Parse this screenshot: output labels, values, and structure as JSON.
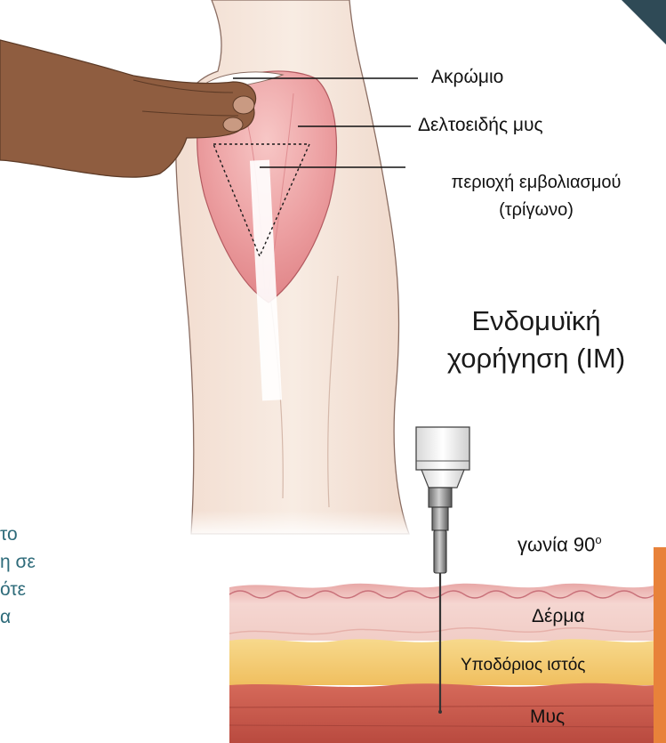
{
  "labels": {
    "akromio": "Ακρώμιο",
    "deltoid": "Δελτοειδής μυς",
    "site_line1": "περιοχή εμβολιασμού",
    "site_line2": "(τρίγωνο)",
    "title_line1": "Ενδομυϊκή",
    "title_line2": "χορήγηση (IM)",
    "angle": "γωνία 90",
    "angle_sup": "o",
    "skin": "Δέρμα",
    "subcutaneous": "Υποδόριος ιστός",
    "muscle": "Μυς"
  },
  "left_fragment": [
    "το",
    "η σε",
    "ότε",
    "α"
  ],
  "colors": {
    "accent_teal": "#2e6b7a",
    "accent_orange": "#e8823a",
    "corner_dark": "#2f4a56",
    "muscle_pink": "#e99a9c",
    "skin_layer": "#f3d3cf",
    "fat_layer": "#f3c873",
    "muscle_layer": "#c65a4e"
  }
}
